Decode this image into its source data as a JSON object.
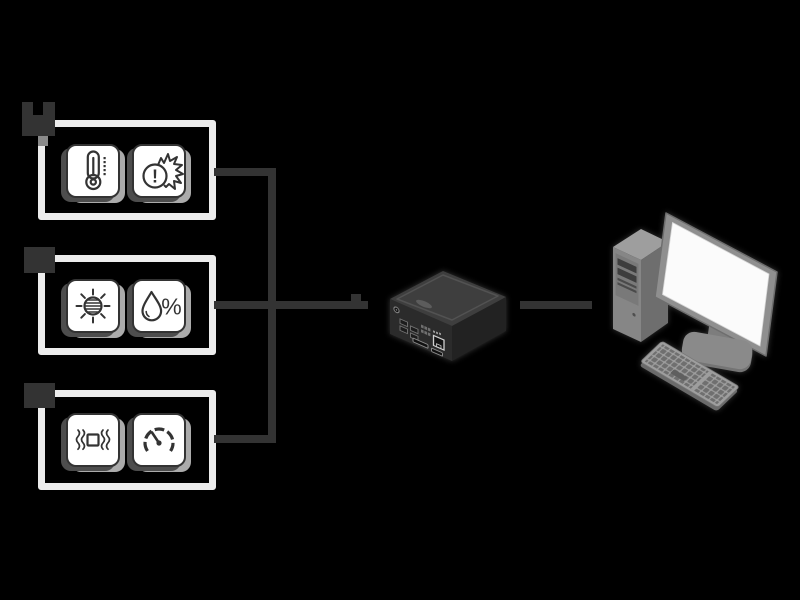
{
  "diagram": {
    "name": "sensor-data-collection-diagram",
    "colors": {
      "background": "#000000",
      "wire": "#333333",
      "group_border": "#ececec",
      "tile_face": "#ffffff",
      "tile_stroke": "#333333",
      "tile_shadow_dark": "#4d4d4d",
      "tile_shadow_light": "#ababab",
      "badge": "#333333",
      "device_top": "#3e3e3e",
      "device_front": "#2b2b2b",
      "computer_gray": "#8f8f8f",
      "screen_white": "#fbfbfb"
    }
  },
  "glyphs": {
    "alert_exclamation": "!",
    "humidity_percent": "%"
  },
  "sensor_groups": [
    {
      "id": 1,
      "badge": "dark-corner-tag",
      "sensors": [
        {
          "icon": "thermometer-icon"
        },
        {
          "icon": "shock-alert-icon"
        }
      ]
    },
    {
      "id": 2,
      "badge": "dark-corner-tag",
      "sensors": [
        {
          "icon": "illuminance-icon"
        },
        {
          "icon": "humidity-icon"
        }
      ]
    },
    {
      "id": 3,
      "badge": "dark-corner-tag",
      "sensors": [
        {
          "icon": "vibration-icon"
        },
        {
          "icon": "gauge-icon"
        }
      ]
    }
  ],
  "nodes": {
    "gateway": "data-logger-box",
    "workstation": "desktop-computer"
  }
}
